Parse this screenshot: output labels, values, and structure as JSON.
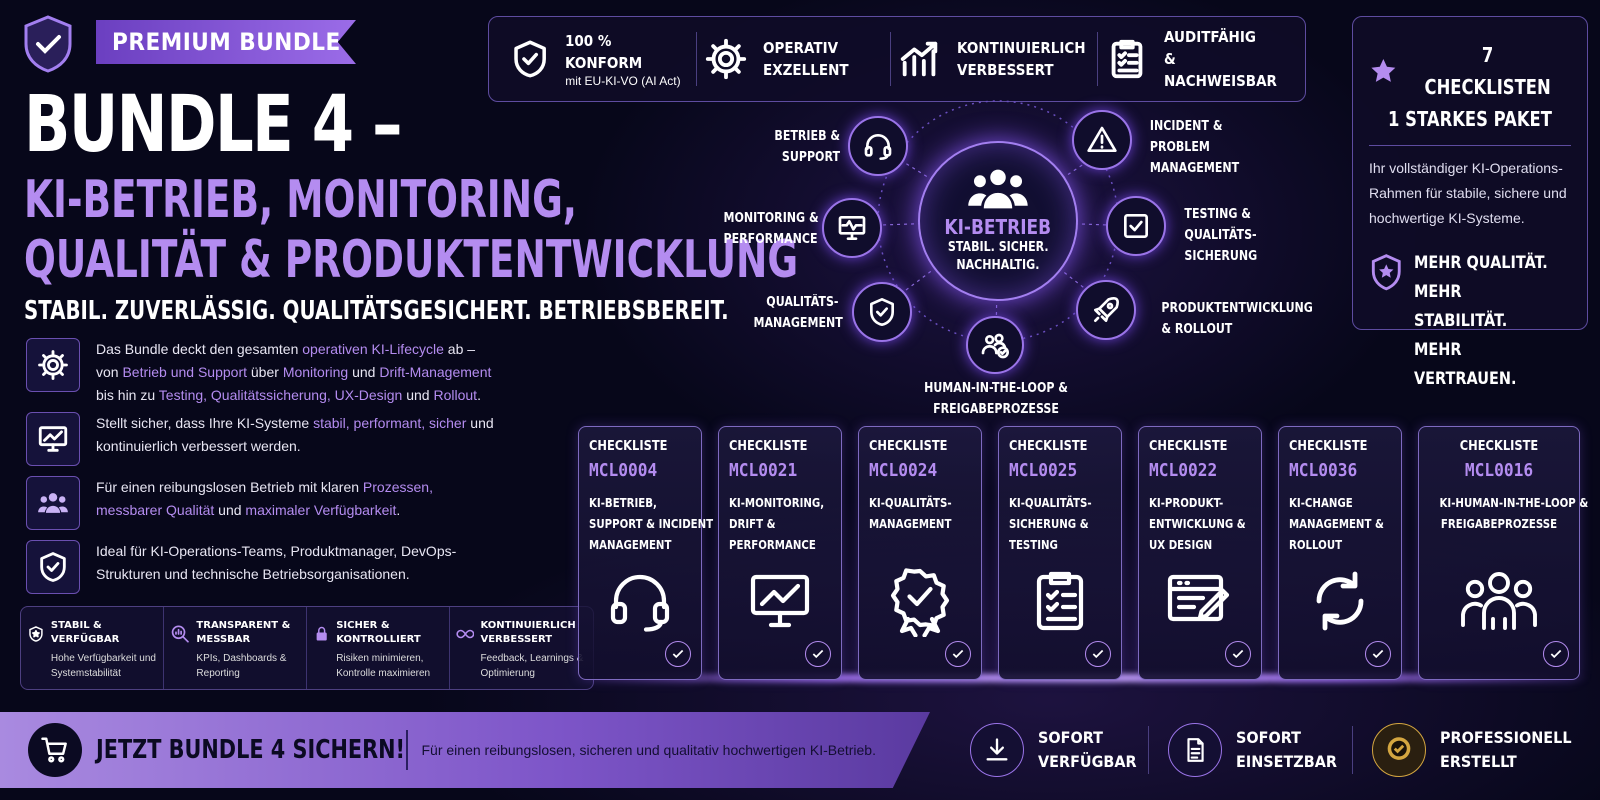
{
  "header": {
    "badge": "PREMIUM BUNDLE",
    "title_line1": "BUNDLE 4 –",
    "title_line2": "KI-BETRIEB, MONITORING,",
    "title_line3": "QUALITÄT & PRODUKTENTWICKLUNG",
    "tagline": "STABIL. ZUVERLÄSSIG. QUALITÄTSGESICHERT. BETRIEBSBEREIT."
  },
  "features": [
    {
      "icon": "gear-icon",
      "segments": [
        {
          "t": "Das Bundle deckt den gesamten ",
          "h": false
        },
        {
          "t": "operativen KI-Lifecycle",
          "h": true
        },
        {
          "t": " ab – von ",
          "h": false
        },
        {
          "t": "Betrieb und Support",
          "h": true
        },
        {
          "t": " über ",
          "h": false
        },
        {
          "t": "Monitoring",
          "h": true
        },
        {
          "t": " und ",
          "h": false
        },
        {
          "t": "Drift-Management",
          "h": true
        },
        {
          "t": " bis hin zu ",
          "h": false
        },
        {
          "t": "Testing, Qualitätssicherung, UX-Design",
          "h": true
        },
        {
          "t": " und ",
          "h": false
        },
        {
          "t": "Rollout",
          "h": true
        },
        {
          "t": ".",
          "h": false
        }
      ]
    },
    {
      "icon": "monitor-chart-icon",
      "segments": [
        {
          "t": "Stellt sicher, dass Ihre KI-Systeme ",
          "h": false
        },
        {
          "t": "stabil, performant, sicher",
          "h": true
        },
        {
          "t": " und kontinuierlich verbessert werden.",
          "h": false
        }
      ]
    },
    {
      "icon": "team-icon",
      "segments": [
        {
          "t": "Für einen reibungslosen Betrieb mit klaren ",
          "h": false
        },
        {
          "t": "Prozessen, messbarer Qualität",
          "h": true
        },
        {
          "t": " und ",
          "h": false
        },
        {
          "t": "maximaler Verfügbarkeit",
          "h": true
        },
        {
          "t": ".",
          "h": false
        }
      ]
    },
    {
      "icon": "shield-check-icon",
      "segments": [
        {
          "t": "Ideal für KI-Operations-Teams, Produktmanager, DevOps-Strukturen und technische Betriebsorganisationen.",
          "h": false
        }
      ]
    }
  ],
  "minis": [
    {
      "icon": "star-shield-icon",
      "title": "STABIL & VERFÜGBAR",
      "text": "Hohe Verfügbarkeit und Systemstabilität"
    },
    {
      "icon": "magnifier-chart-icon",
      "title": "TRANSPARENT & MESSBAR",
      "text": "KPIs, Dashboards & Reporting"
    },
    {
      "icon": "lock-icon",
      "title": "SICHER & KONTROLLIERT",
      "text": "Risiken minimieren, Kontrolle maximieren"
    },
    {
      "icon": "infinity-icon",
      "title": "KONTINUIERLICH VERBESSERT",
      "text": "Feedback, Learnings & Optimierung"
    }
  ],
  "topbar": [
    {
      "icon": "shield-check-icon",
      "title": "100 % KONFORM",
      "sub": "mit EU-KI-VO (AI Act)"
    },
    {
      "icon": "gear-icon",
      "title": "OPERATIV EXZELLENT",
      "sub": ""
    },
    {
      "icon": "growth-chart-icon",
      "title": "KONTINUIERLICH VERBESSERT",
      "sub": ""
    },
    {
      "icon": "clipboard-icon",
      "title": "AUDITFÄHIG & NACHWEISBAR",
      "sub": ""
    }
  ],
  "right_card": {
    "headline1": "7 CHECKLISTEN",
    "headline2": "1 STARKES PAKET",
    "desc": "Ihr vollständiger KI-Operations-Rahmen für stabile, sichere und hochwertige KI-Systeme.",
    "more1": "MEHR QUALITÄT.",
    "more2": "MEHR STABILITÄT.",
    "more3": "MEHR VERTRAUEN."
  },
  "hub": {
    "title": "KI-BETRIEB",
    "sub1": "STABIL. SICHER.",
    "sub2": "NACHHALTIG.",
    "nodes": [
      {
        "icon": "headset-icon",
        "label": "BETRIEB & SUPPORT"
      },
      {
        "icon": "warning-icon",
        "label": "INCIDENT & PROBLEM MANAGEMENT"
      },
      {
        "icon": "monitor-pulse-icon",
        "label": "MONITORING & PERFORMANCE"
      },
      {
        "icon": "checkbox-icon",
        "label": "TESTING & QUALITÄTS-SICHERUNG"
      },
      {
        "icon": "shield-check-icon",
        "label": "QUALITÄTS-MANAGEMENT"
      },
      {
        "icon": "rocket-icon",
        "label": "PRODUKTENTWICKLUNG & ROLLOUT"
      },
      {
        "icon": "people-check-icon",
        "label": "HUMAN-IN-THE-LOOP & FREIGABEPROZESSE"
      }
    ]
  },
  "cards": [
    {
      "label": "CHECKLISTE",
      "code": "MCL0004",
      "lines": [
        "KI-BETRIEB,",
        "SUPPORT & INCIDENT",
        "MANAGEMENT"
      ],
      "icon": "headset-icon"
    },
    {
      "label": "CHECKLISTE",
      "code": "MCL0021",
      "lines": [
        "KI-MONITORING,",
        "DRIFT &",
        "PERFORMANCE"
      ],
      "icon": "monitor-chart-icon"
    },
    {
      "label": "CHECKLISTE",
      "code": "MCL0024",
      "lines": [
        "KI-QUALITÄTS-",
        "MANAGEMENT",
        ""
      ],
      "icon": "quality-badge-icon"
    },
    {
      "label": "CHECKLISTE",
      "code": "MCL0025",
      "lines": [
        "KI-QUALITÄTS-",
        "SICHERUNG &",
        "TESTING"
      ],
      "icon": "clipboard-icon"
    },
    {
      "label": "CHECKLISTE",
      "code": "MCL0022",
      "lines": [
        "KI-PRODUKT-",
        "ENTWICKLUNG &",
        "UX DESIGN"
      ],
      "icon": "browser-pen-icon"
    },
    {
      "label": "CHECKLISTE",
      "code": "MCL0036",
      "lines": [
        "KI-CHANGE",
        "MANAGEMENT &",
        "ROLLOUT"
      ],
      "icon": "refresh-icon"
    },
    {
      "label": "CHECKLISTE",
      "code": "MCL0016",
      "lines": [
        "KI-HUMAN-IN-THE-LOOP &",
        "FREIGABEPROZESSE",
        ""
      ],
      "icon": "people-icon"
    }
  ],
  "cta": {
    "button": "JETZT BUNDLE 4 SICHERN!",
    "sub": "Für einen reibungslosen, sicheren und qualitativ hochwertigen KI-Betrieb."
  },
  "bottom": [
    {
      "icon": "download-icon",
      "line1": "SOFORT",
      "line2": "VERFÜGBAR"
    },
    {
      "icon": "document-icon",
      "line1": "SOFORT",
      "line2": "EINSETZBAR"
    },
    {
      "icon": "award-icon",
      "line1": "PROFESSIONELL",
      "line2": "ERSTELLT"
    }
  ]
}
